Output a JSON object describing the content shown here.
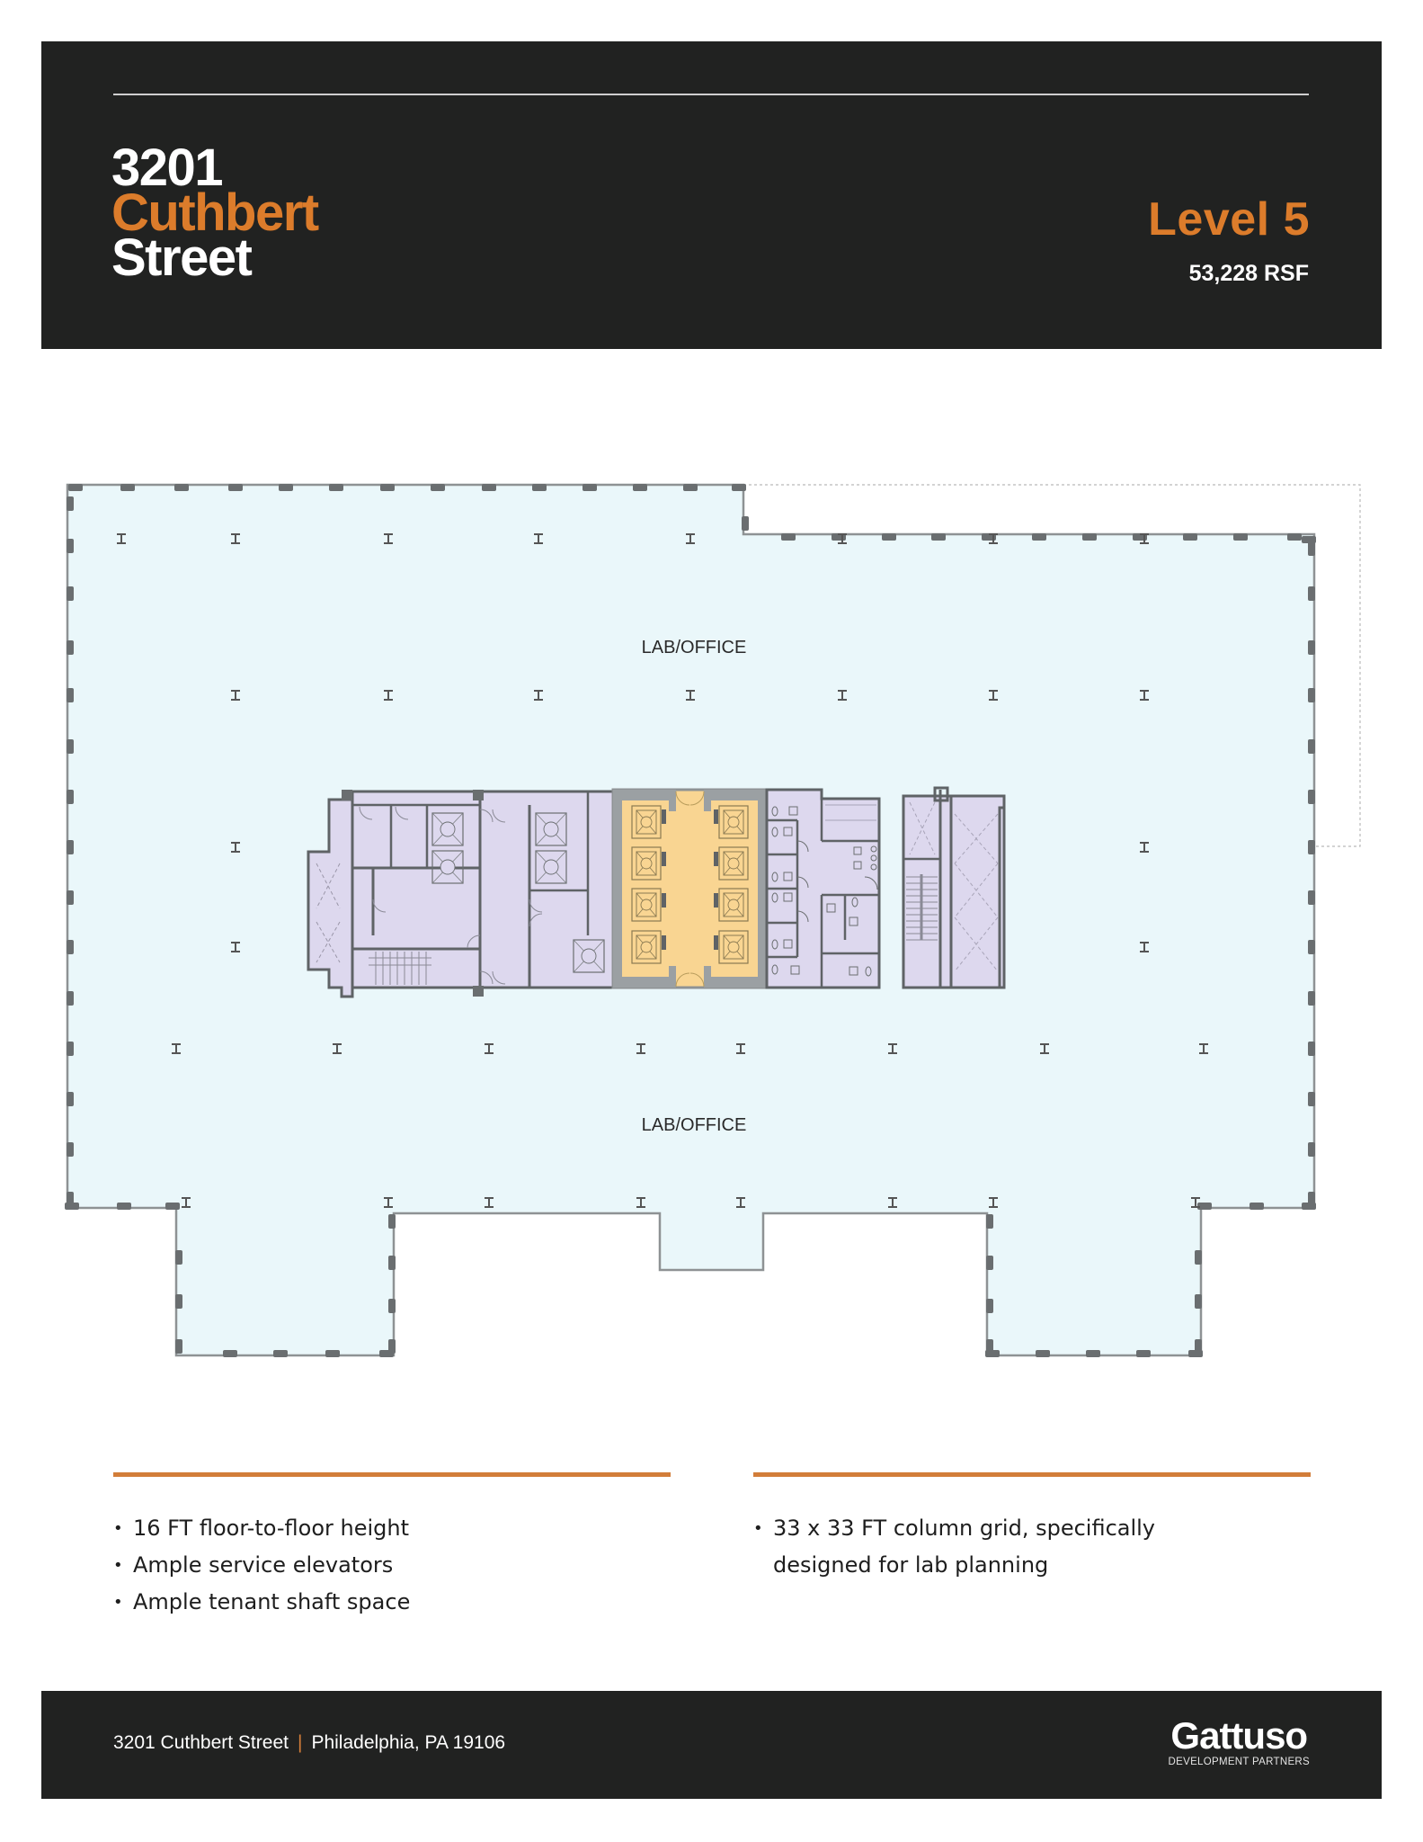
{
  "header": {
    "title_lines": [
      "3201",
      "Cuthbert",
      "Street"
    ],
    "level": "Level 5",
    "area": "53,228 RSF"
  },
  "floor_plan": {
    "labels": [
      "LAB/OFFICE",
      "LAB/OFFICE"
    ],
    "colors": {
      "tenant_space": "#eaf7fa",
      "core": "#ddd8ee",
      "elevator_lobby": "#f9d592",
      "walls": "#6a6e70"
    }
  },
  "features": {
    "left": [
      "16 FT floor-to-floor height",
      "Ample service elevators",
      "Ample tenant shaft space"
    ],
    "right": [
      "33 x 33 FT column grid, specifically",
      "designed for lab planning"
    ],
    "bullet_glyph": "•"
  },
  "footer": {
    "street": "3201 Cuthbert Street",
    "separator": "|",
    "city": "Philadelphia, PA 19106",
    "logo_name": "Gattuso",
    "logo_sub": "DEVELOPMENT PARTNERS"
  },
  "colors": {
    "band": "#212221",
    "accent_orange": "#dc7c2b",
    "text_white": "#ffffff"
  }
}
